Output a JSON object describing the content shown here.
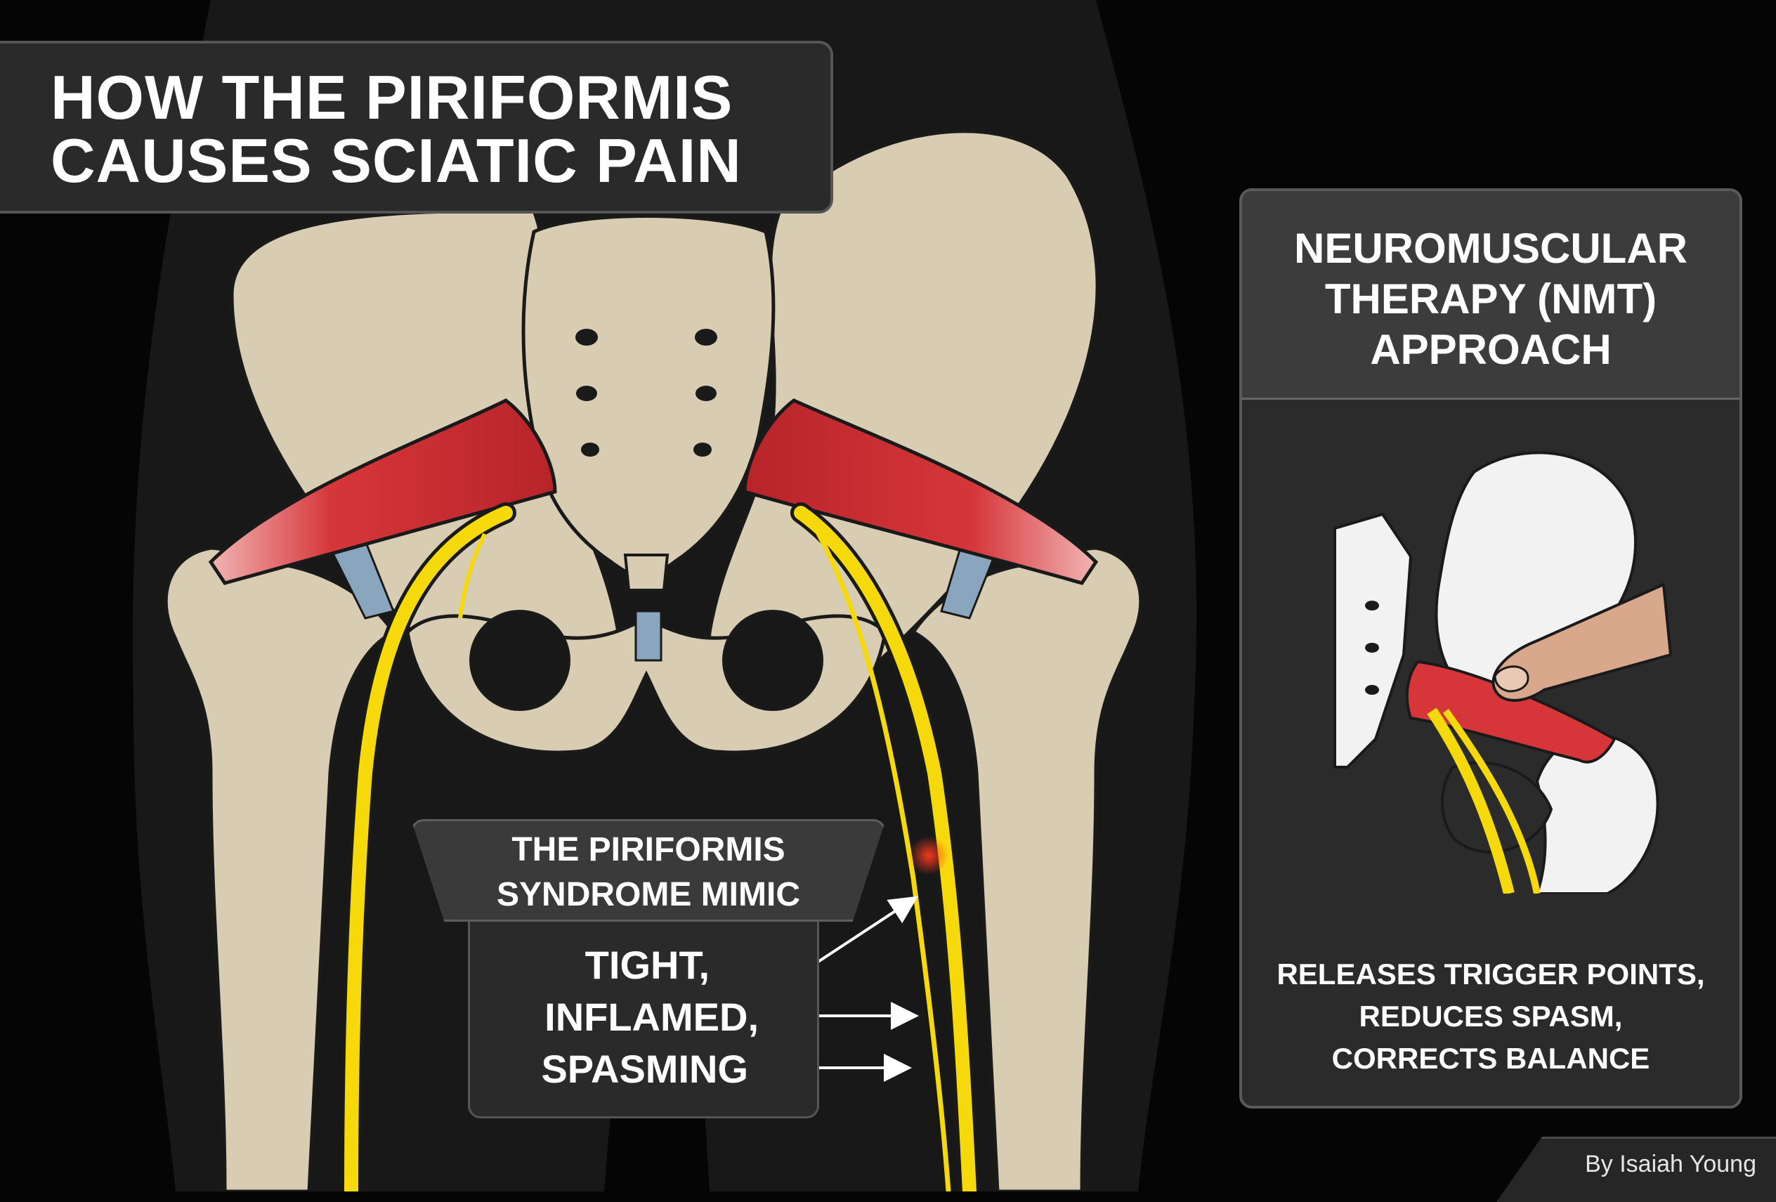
{
  "title": {
    "line1": "HOW THE PIRIFORMIS",
    "line2": "CAUSES SCIATIC PAIN"
  },
  "nmt_panel": {
    "heading_lines": [
      "NEUROMUSCULAR",
      "THERAPY (NMT)",
      "APPROACH"
    ],
    "description_lines": [
      "RELEASES TRIGGER POINTS,",
      "REDUCES SPASM,",
      "CORRECTS BALANCE"
    ]
  },
  "mimic_box": {
    "title_lines": [
      "THE PIRIFORMIS",
      "SYNDROME MIMIC"
    ],
    "labels": [
      "TIGHT,",
      "INFLAMED,",
      "SPASMING"
    ]
  },
  "byline": "By Isaiah Young",
  "colors": {
    "background": "#050505",
    "silhouette": "#181818",
    "bone": "#d8ccb2",
    "bone_shadow": "#b7a98a",
    "muscle": "#d6363a",
    "nerve": "#f5d90a",
    "cartilage": "#8aa6bf",
    "panel": "#2b2b2b",
    "text": "#ffffff"
  }
}
